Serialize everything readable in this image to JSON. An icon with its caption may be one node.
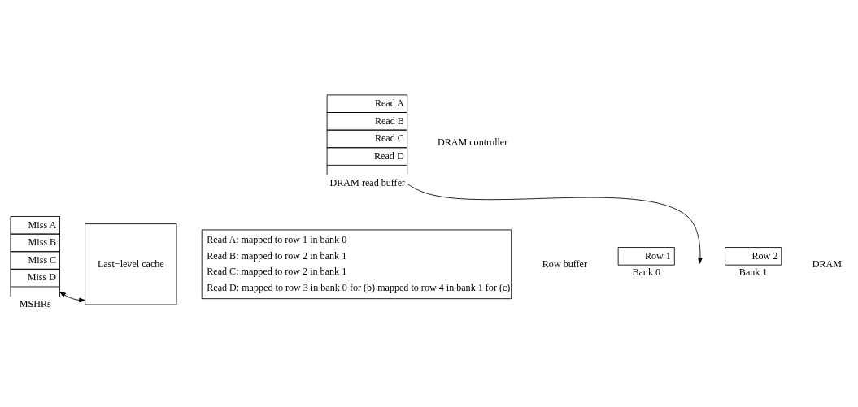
{
  "diagram": {
    "nodes": [
      {
        "text": [
          "Row 1"
        ],
        "beside": [
          "Bank 0"
        ]
      },
      {
        "text": [
          "Row 2"
        ],
        "beside": [
          "Bank 1"
        ]
      },
      {
        "text": [
          "Read A",
          "Read B",
          "Read C",
          "Read D"
        ],
        "beside": [
          "DRAM read buffer"
        ]
      },
      {
        "text": [
          "Miss A",
          "Miss B",
          "Miss C",
          "Miss D"
        ],
        "beside": [
          "MSHRs"
        ]
      },
      {
        "text": [
          "Last−level cache"
        ]
      },
      {
        "text": [
          "Read A: mapped to row 1 in bank 0",
          "Read B: mapped to row 2 in bank 1",
          "Read C: mapped to row 2 in bank 1",
          "Read D: mapped to row 3 in bank 0 for (b) mapped to row 4 in bank 1 for (c)"
        ]
      }
    ],
    "edges": [
      {
        "from": 2,
        "to": null,
        "arrow": "to"
      },
      {
        "from": 3,
        "to": 4,
        "arrow": "both"
      }
    ],
    "labels": [
      "Row buffer",
      "DRAM",
      "DRAM controller"
    ]
  }
}
